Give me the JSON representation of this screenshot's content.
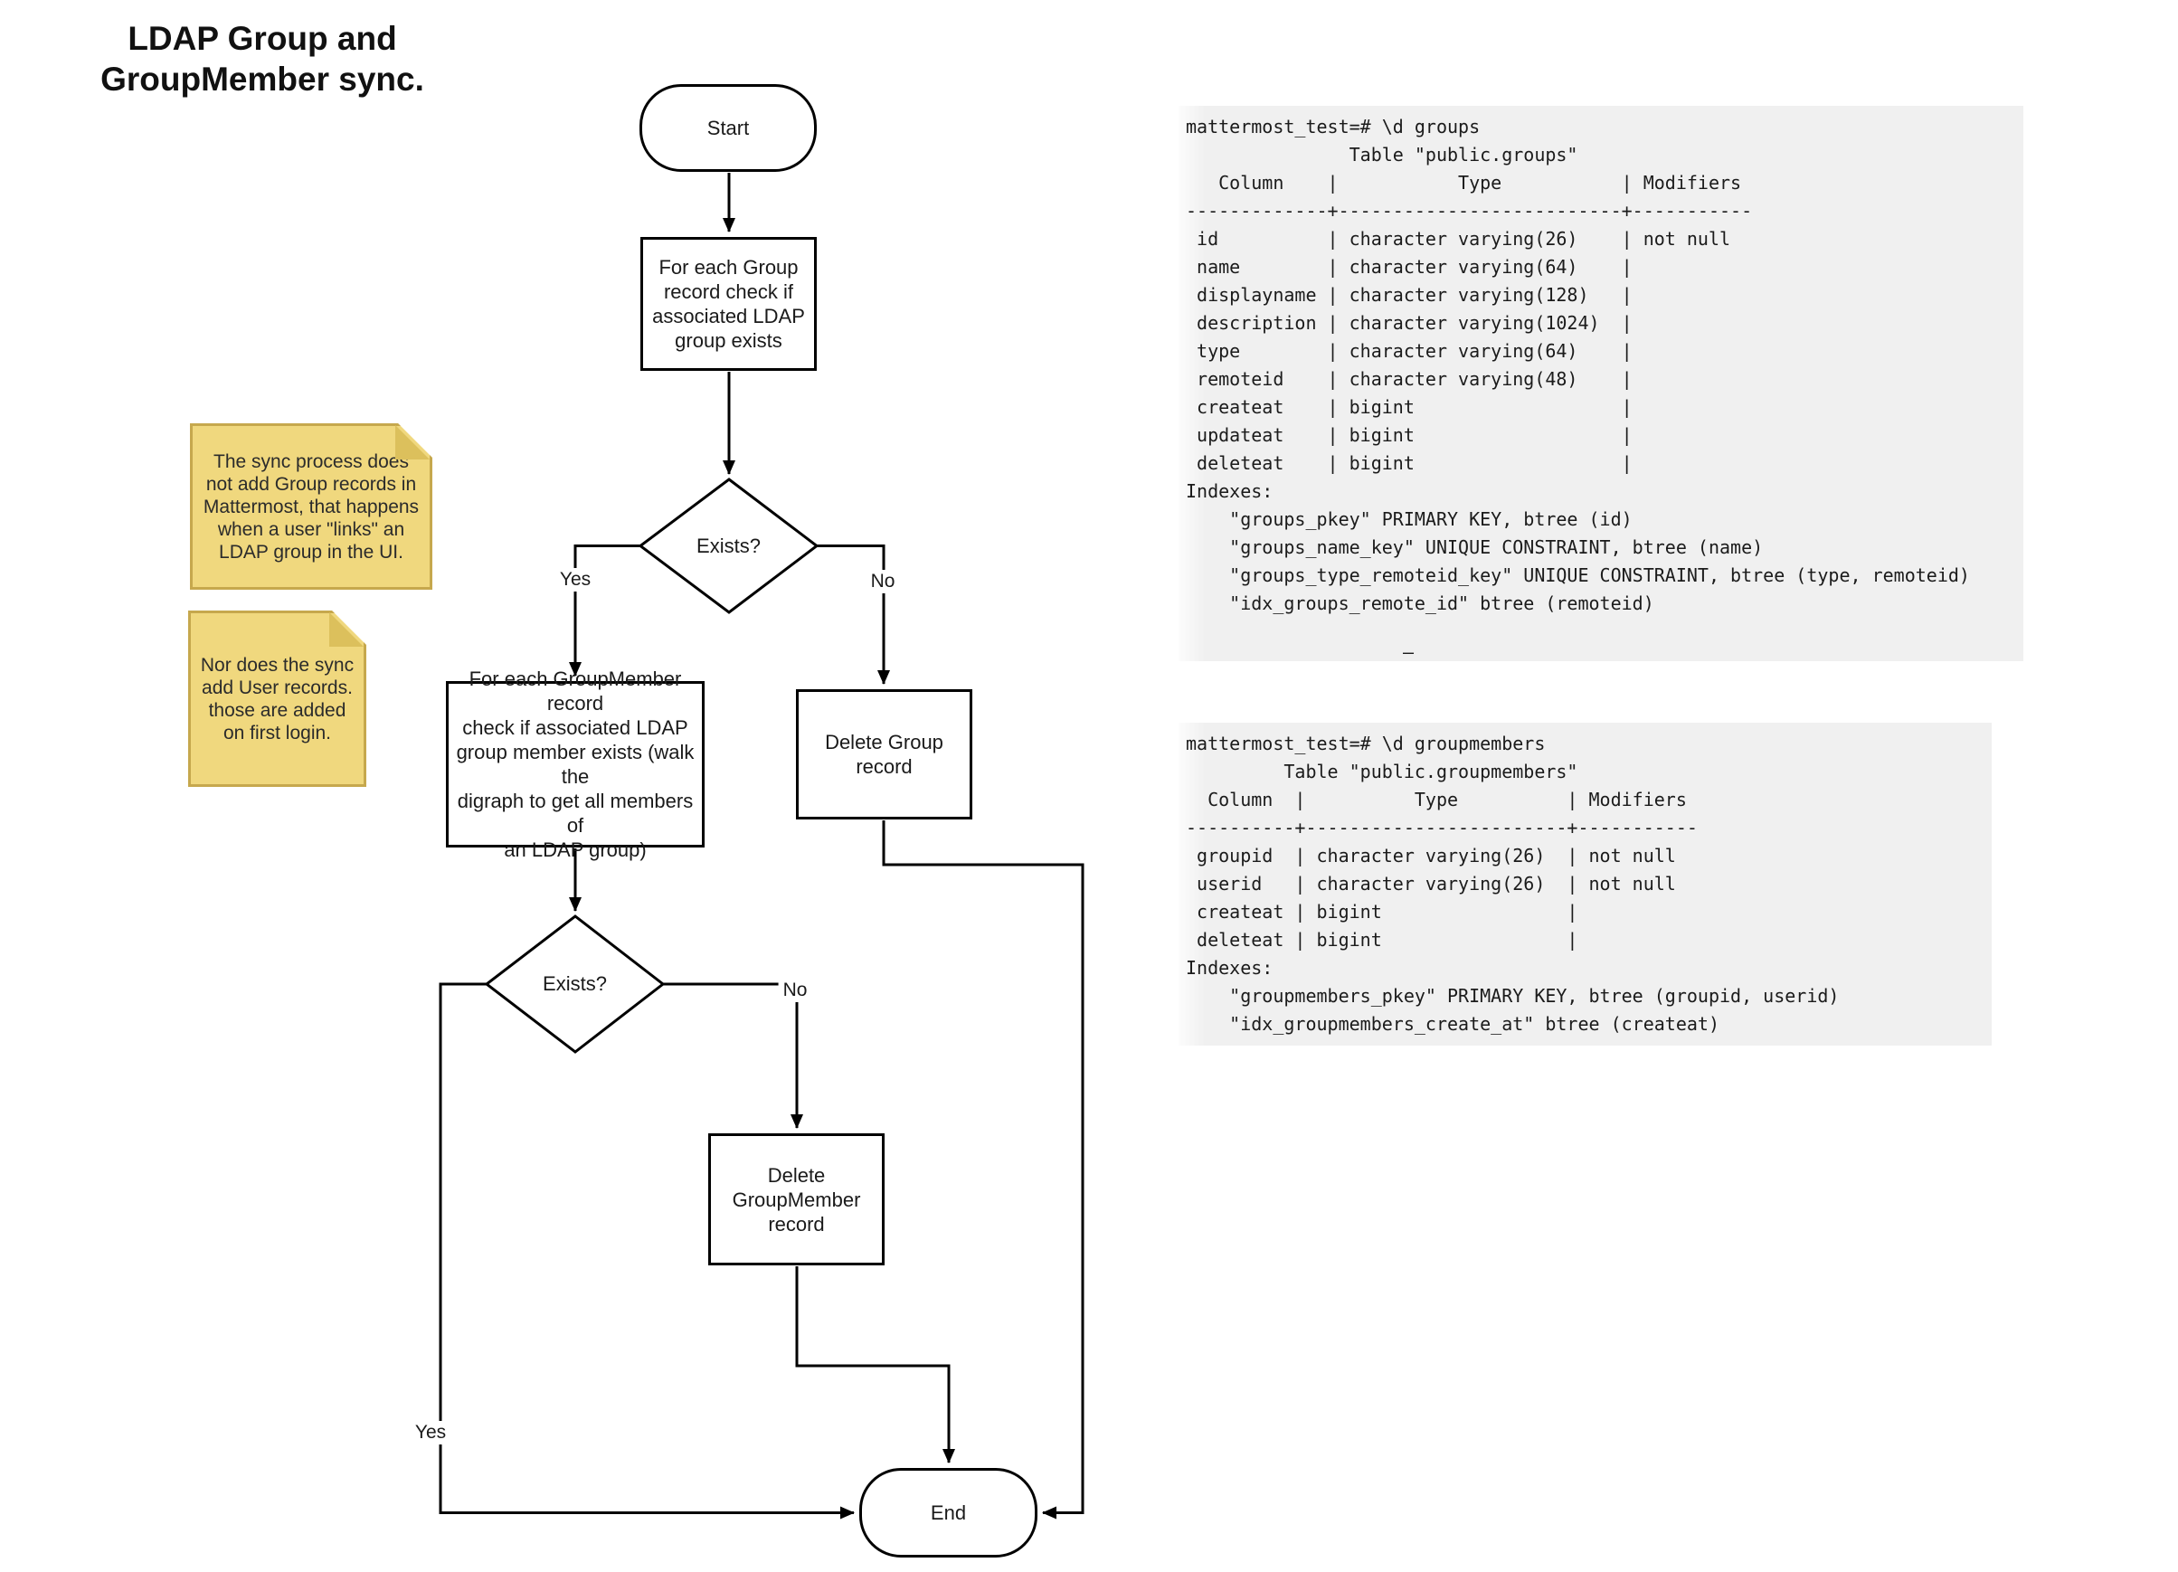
{
  "title": "LDAP Group and\nGroupMember sync.",
  "flowchart": {
    "start_label": "Start",
    "check_group_label": "For each Group\nrecord check if\nassociated LDAP\ngroup exists",
    "exists1_label": "Exists?",
    "check_groupmember_label": "For each GroupMember record\ncheck if associated LDAP\ngroup member exists (walk the\ndigraph to get all members of\nan LDAP group)",
    "delete_group_label": "Delete Group\nrecord",
    "exists2_label": "Exists?",
    "delete_groupmember_label": "Delete\nGroupMember\nrecord",
    "end_label": "End",
    "edge_labels": {
      "yes1": "Yes",
      "no1": "No",
      "yes2": "Yes",
      "no2": "No"
    }
  },
  "notes": {
    "note1": "The sync process does\nnot add Group records in\nMattermost, that happens\nwhen a user \"links\" an\nLDAP group in the UI.",
    "note2": "Nor does the sync\nadd User records.\nthose are added\non first login."
  },
  "terminals": {
    "groups": "mattermost_test=# \\d groups\n               Table \"public.groups\"\n   Column    |           Type           | Modifiers \n-------------+--------------------------+-----------\n id          | character varying(26)    | not null\n name        | character varying(64)    | \n displayname | character varying(128)   | \n description | character varying(1024)  | \n type        | character varying(64)    | \n remoteid    | character varying(48)    | \n createat    | bigint                   | \n updateat    | bigint                   | \n deleteat    | bigint                   | \nIndexes:\n    \"groups_pkey\" PRIMARY KEY, btree (id)\n    \"groups_name_key\" UNIQUE CONSTRAINT, btree (name)\n    \"groups_type_remoteid_key\" UNIQUE CONSTRAINT, btree (type, remoteid)\n    \"idx_groups_remote_id\" btree (remoteid)",
    "groupmembers": "mattermost_test=# \\d groupmembers\n         Table \"public.groupmembers\"\n  Column  |          Type          | Modifiers \n----------+------------------------+-----------\n groupid  | character varying(26)  | not null\n userid   | character varying(26)  | not null\n createat | bigint                 | \n deleteat | bigint                 | \nIndexes:\n    \"groupmembers_pkey\" PRIMARY KEY, btree (groupid, userid)\n    \"idx_groupmembers_create_at\" btree (createat)",
    "stray_dash": "–"
  },
  "colors": {
    "line": "#000000",
    "node_fill": "#FFFFFF",
    "note_fill": "#F0D87E",
    "note_border": "#C6A84D",
    "note_fold": "#DCC05C",
    "terminal_bg": "#F0F0F0"
  }
}
